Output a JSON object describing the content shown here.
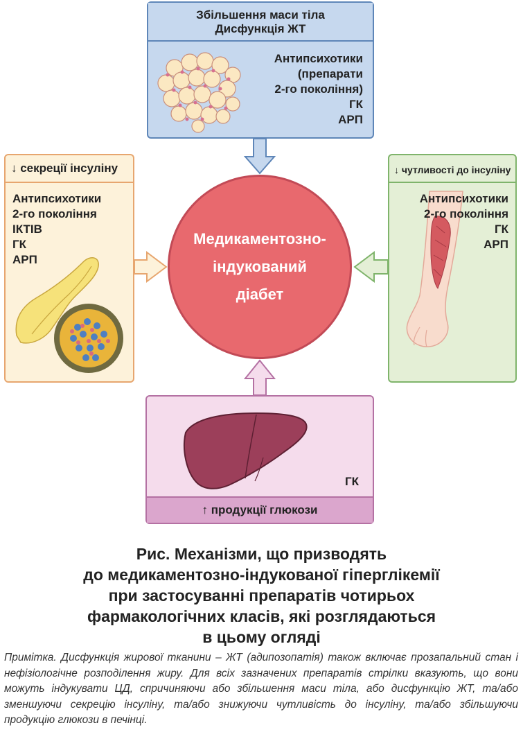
{
  "center": {
    "lines": [
      "Медикаментозно-",
      "індукований",
      "діабет"
    ]
  },
  "top": {
    "header_lines": [
      "Збільшення маси тіла",
      "Дисфункція ЖТ"
    ],
    "drugs": [
      "Антипсихотики",
      "(препарати",
      "2-го покоління)",
      "ГК",
      "АРП"
    ]
  },
  "left": {
    "header": "↓ секреції інсуліну",
    "drugs": [
      "Антипсихотики",
      "2-го покоління",
      "ІКТІВ",
      "ГК",
      "АРП"
    ]
  },
  "right": {
    "header": "↓ чутливості до інсуліну",
    "drugs": [
      "Антипсихотики",
      "2-го покоління",
      "ГК",
      "АРП"
    ]
  },
  "bottom": {
    "drugs": [
      "ГК"
    ],
    "footer": "↑ продукції глюкози"
  },
  "caption_lines": [
    "Рис. Механізми, що призводять",
    "до медикаментозно-індукованої гіперглікемії",
    "при застосуванні препаратів чотирьох",
    "фармакологічних класів, які розглядаються",
    "в цьому огляді"
  ],
  "note": "Примітка. Дисфункція жирової тканини – ЖТ (адипозопатія) також включає прозапальний стан і нефізіологічне розподілення жиру. Для всіх зазначених препаратів стрілки вказують, що вони можуть індукувати ЦД, спричиняючи або збільшення маси тіла, або дисфункцію ЖТ, та/або зменшуючи секрецію інсуліну, та/або знижуючи чутливість до інсуліну, та/або збільшуючи продукцію глюкози в печінці.",
  "colors": {
    "top": "#c6d8ee",
    "left": "#fdf2da",
    "right": "#e4efd6",
    "bottom": "#f5dcec",
    "center": "#e8696e"
  },
  "icons": [
    "adipose-tissue-icon",
    "pancreas-icon",
    "arm-muscle-icon",
    "liver-icon"
  ]
}
